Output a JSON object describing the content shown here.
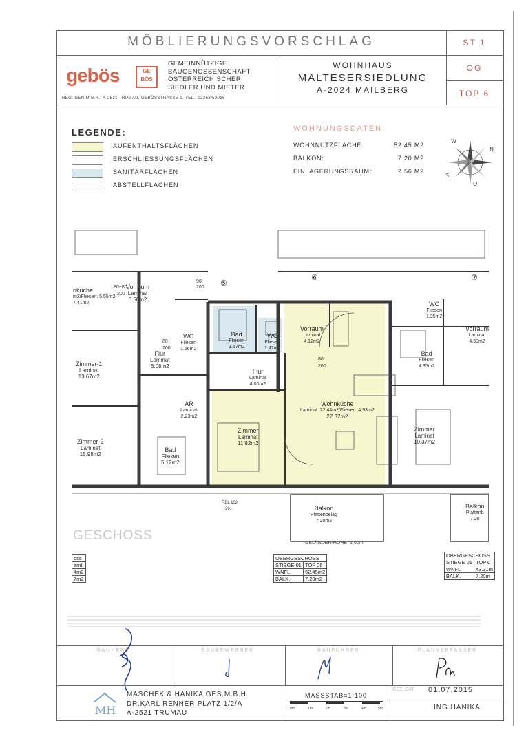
{
  "header": {
    "title": "MÖBLIERUNGSVORSCHLAG",
    "codes": [
      "ST 1",
      "OG",
      "TOP 6"
    ],
    "logo_text": "gebös",
    "org_lines": [
      "GEMEINNÜTZIGE",
      "BAUGENOSSENSCHAFT",
      "ÖSTERREICHISCHER",
      "SIEDLER UND MIETER"
    ],
    "org_address": "REG. GEN.M.B.H., A-2521 TRUMAU, GEBÖSSTRASSE 1, TEL.: 02253/59095",
    "project_line1": "WOHNHAUS",
    "project_line2": "MALTESERSIEDLUNG",
    "project_line3": "A-2024 MAILBERG"
  },
  "legend": {
    "title": "LEGENDE:",
    "items": [
      {
        "label": "AUFENTHALTSFLÄCHEN",
        "color": "#f6f6cf"
      },
      {
        "label": "ERSCHLIESSUNGSFLÄCHEN",
        "color": "#ffffff"
      },
      {
        "label": "SANITÄRFLÄCHEN",
        "color": "#d9e7ef"
      },
      {
        "label": "ABSTELLFLÄCHEN",
        "color": "#ffffff"
      }
    ]
  },
  "wohnungsdaten": {
    "title": "WOHNUNGSDATEN:",
    "rows": [
      {
        "label": "WOHNNUTZFLÄCHE:",
        "value": "52.45 M2"
      },
      {
        "label": "BALKON:",
        "value": "7.20 M2"
      },
      {
        "label": "EINLAGERUNGSRAUM:",
        "value": "2.56 M2"
      }
    ]
  },
  "compass": {
    "n": "N",
    "o": "O",
    "s": "S",
    "w": "W"
  },
  "plan": {
    "markers": [
      "⑤",
      "⑥",
      "⑦"
    ],
    "rooms": [
      {
        "name": "Vorraum",
        "floor": "Laminat",
        "area": "6.50m2"
      },
      {
        "name": "WC",
        "floor": "Fliesen",
        "area": "1.56m2"
      },
      {
        "name": "Flur",
        "floor": "Laminat",
        "area": "6.08m2"
      },
      {
        "name": "Zimmer-1",
        "floor": "Laminat",
        "area": "13.67m2"
      },
      {
        "name": "AR",
        "floor": "Laminat",
        "area": "2.23m2"
      },
      {
        "name": "Zimmer-2",
        "floor": "Laminat",
        "area": "15.98m2"
      },
      {
        "name": "Bad",
        "floor": "Fliesen",
        "area": "5.12m2"
      },
      {
        "name": "Bad",
        "floor": "Fliesen",
        "area": "3.67m2"
      },
      {
        "name": "WC",
        "floor": "Fliesen",
        "area": "1.47m2"
      },
      {
        "name": "Vorraum",
        "floor": "Laminat",
        "area": "4.12m2"
      },
      {
        "name": "Flur",
        "floor": "Laminat",
        "area": "4.00m2"
      },
      {
        "name": "Zimmer",
        "floor": "Laminat",
        "area": "11.82m2"
      },
      {
        "name": "Wohnküche",
        "floor": "Laminat: 22.44m2/Fliesen: 4.93m2",
        "area": "27.37m2"
      },
      {
        "name": "WC",
        "floor": "Fliesen",
        "area": "1.35m2"
      },
      {
        "name": "Vorraum",
        "floor": "Laminat",
        "area": "4.30m2"
      },
      {
        "name": "Bad",
        "floor": "Fliesen",
        "area": "4.35m2"
      },
      {
        "name": "Zimmer",
        "floor": "Laminat",
        "area": "10.37m2"
      }
    ],
    "kueche_partial": "nküche",
    "kueche_partial_area": "m2/Fliesen: 5.55m2",
    "kueche_partial_total": "7.41m2",
    "balkon_mid": {
      "name": "Balkon",
      "floor": "Plattenbelag",
      "area": "7.20m2"
    },
    "balkon_right": {
      "name": "Balkon",
      "floor": "Plattenb",
      "area": "7.20"
    },
    "door_labels": [
      "80+80",
      "200",
      "90",
      "200",
      "80",
      "200",
      "80",
      "200",
      "RBL 102",
      "261"
    ],
    "gelaender": "GELÄNDER-HÖHE=1.00m",
    "geschoss": "GESCHOSS"
  },
  "tables": {
    "left_partial": [
      "oss",
      "amt",
      "4m2",
      "7m2"
    ],
    "mid": {
      "head": "OBERGESCHOSS",
      "r1": [
        "STIEGE 01",
        "TOP 06"
      ],
      "r2": [
        "WNFL",
        "52.45m2"
      ],
      "r3": [
        "BALK.",
        "7.20m2"
      ]
    },
    "right": {
      "head": "OBERGESCHOSS",
      "r1": [
        "STIEGE 01",
        "TOP 0"
      ],
      "r2": [
        "WNFL",
        "43.31m"
      ],
      "r3": [
        "BALK.",
        "7.20m"
      ]
    }
  },
  "signatures": {
    "heads": [
      "BAUHERR",
      "BAUBEWERBER",
      "BAUFÜHRER",
      "PLANVERFASSER"
    ]
  },
  "footer": {
    "firm_lines": [
      "MASCHEK & HANIKA GES.M.B.H.",
      "DR.KARL RENNER PLATZ 1/2/A",
      "A-2521 TRUMAU"
    ],
    "scale_label": "MASSSTAB=1:100",
    "scale_ticks": [
      "0m",
      "1m",
      "2m",
      "3m",
      "4m",
      "5m"
    ],
    "date_prefix": "GEZ. DAT.",
    "date": "01.07.2015",
    "engineer": "ING.HANIKA"
  }
}
